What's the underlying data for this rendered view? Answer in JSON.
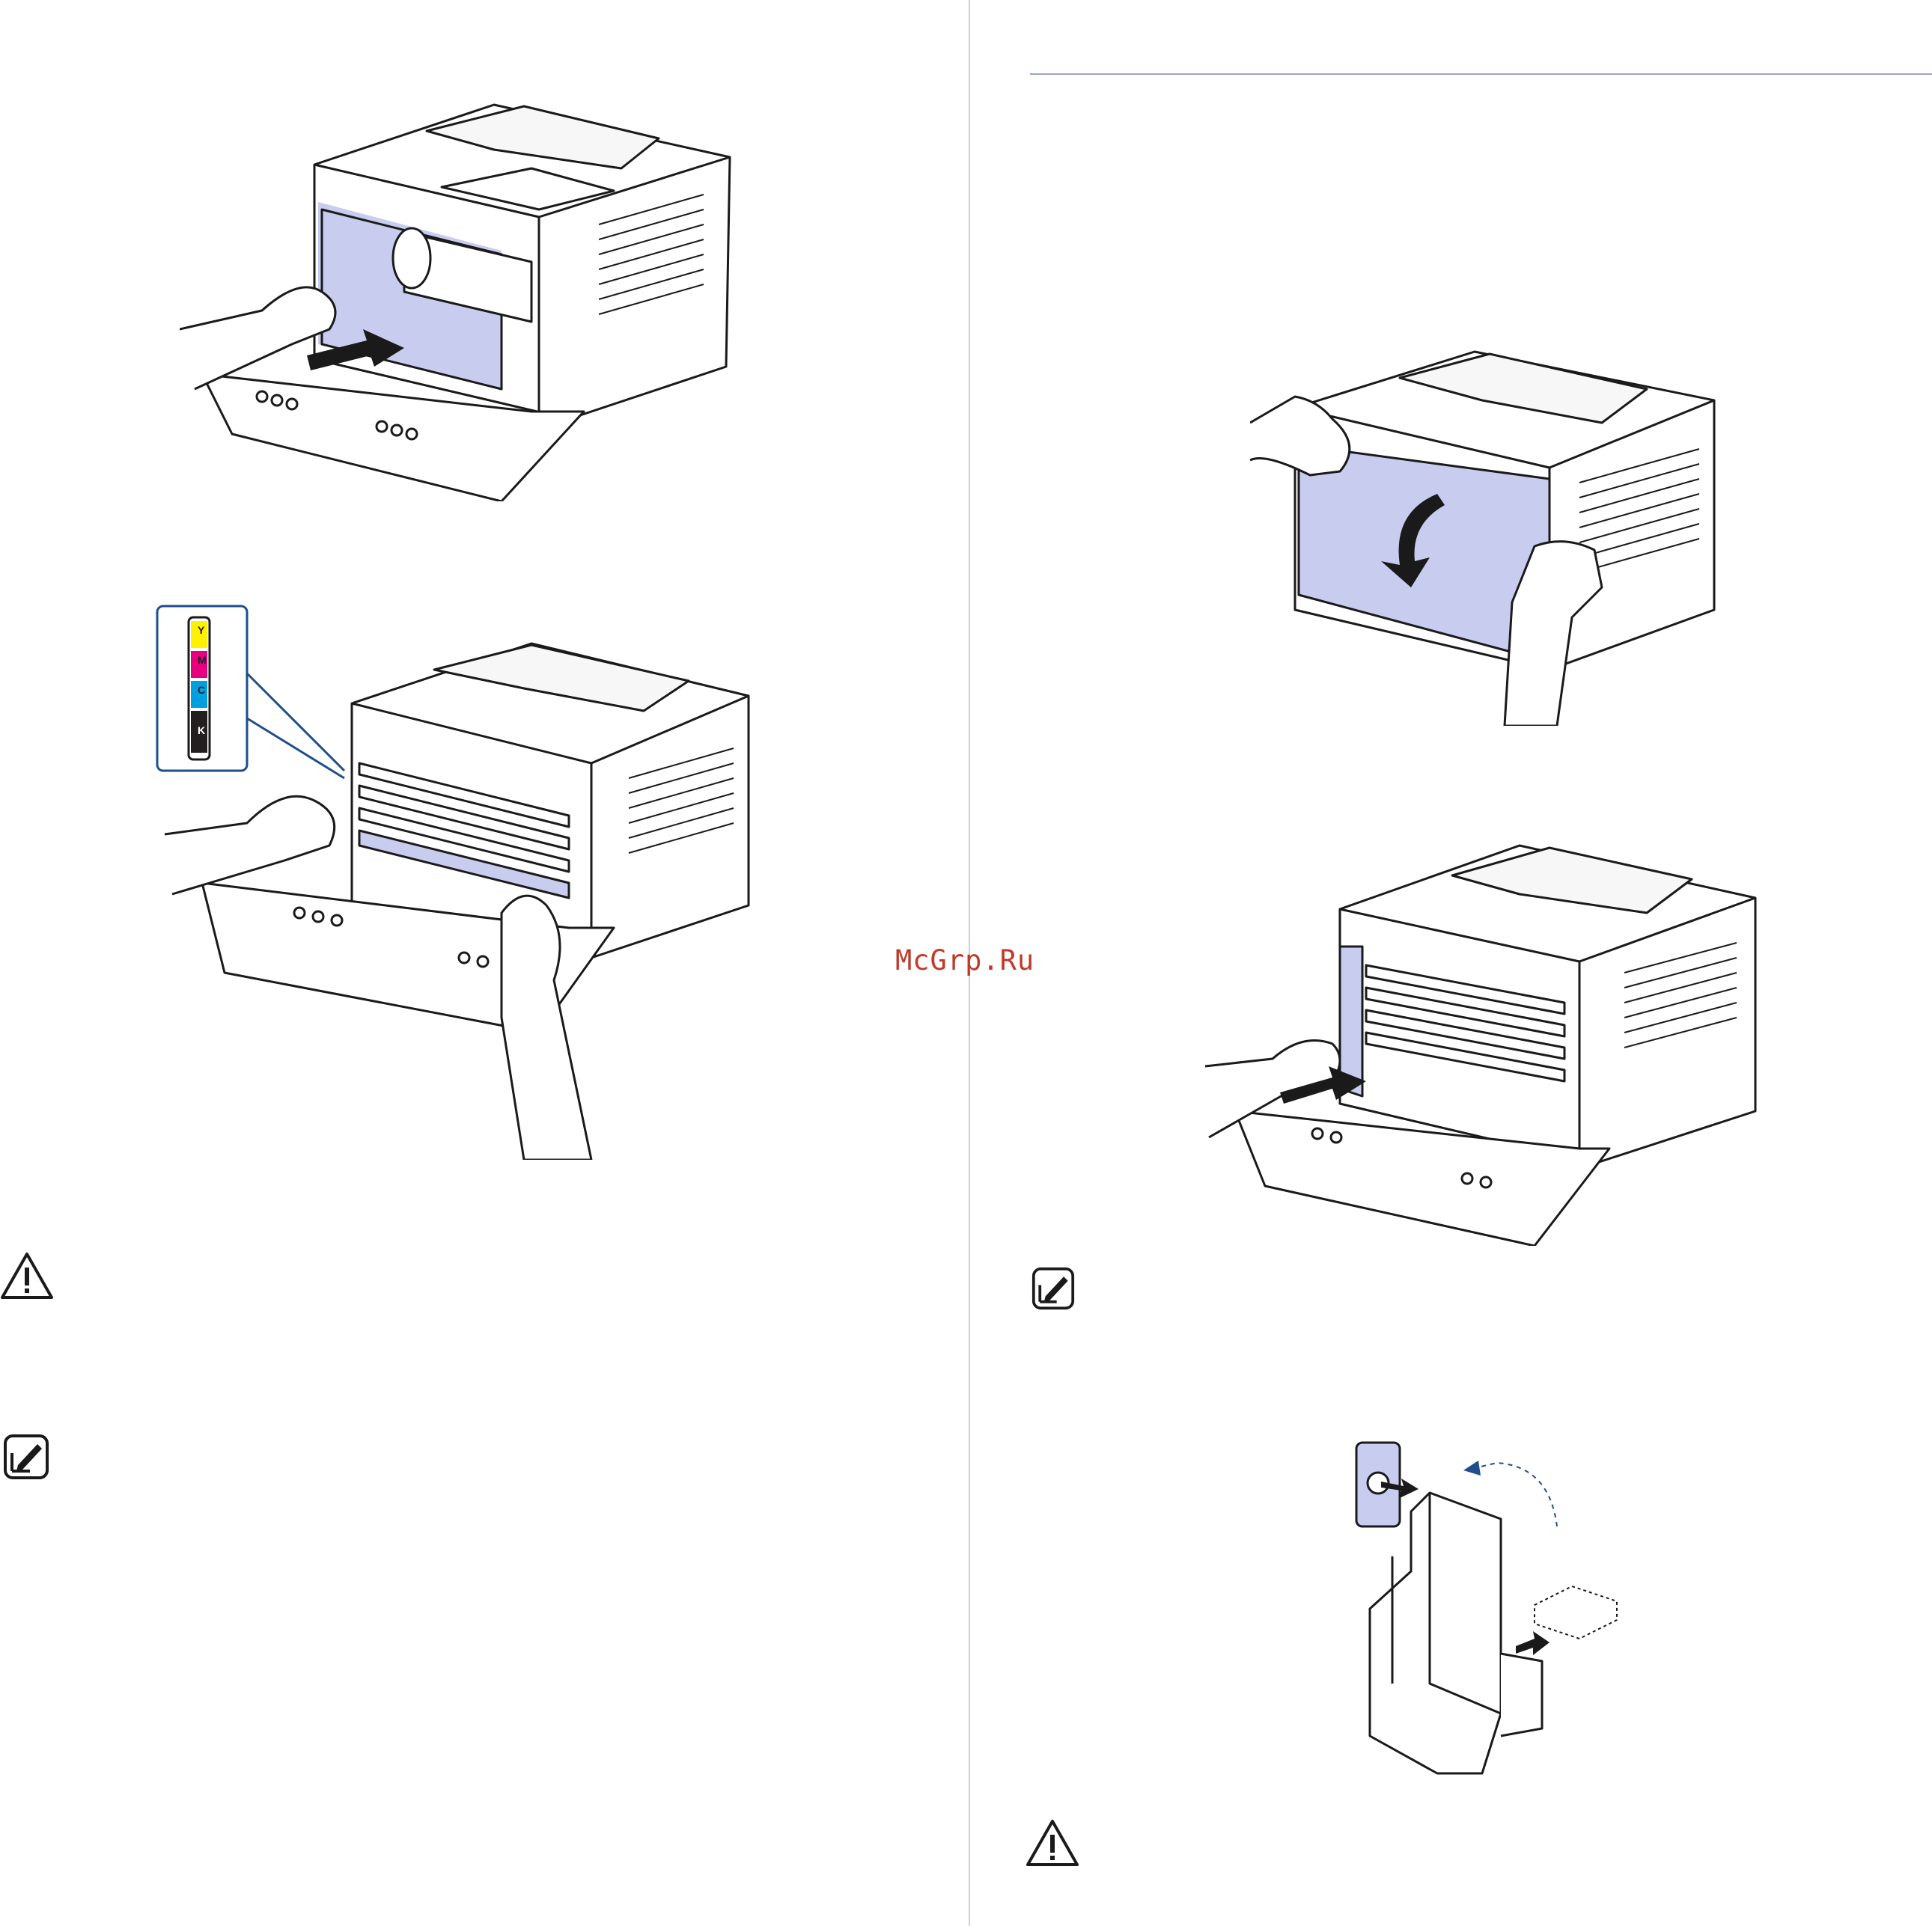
{
  "watermark": {
    "text": "McGrp.Ru"
  },
  "color_sticker": {
    "labels": [
      "Y",
      "M",
      "C",
      "K"
    ],
    "colors": [
      "#fff200",
      "#e6007e",
      "#00a0e0",
      "#231f20"
    ]
  },
  "icons": {
    "caution": "caution-triangle-icon",
    "note": "note-pencil-icon"
  },
  "colors": {
    "line": "#1a1a1a",
    "highlight": "#c8cdf0",
    "arrow": "#1a1a1a",
    "callout": "#1f4e8c",
    "divider": "#c9d0e0"
  }
}
